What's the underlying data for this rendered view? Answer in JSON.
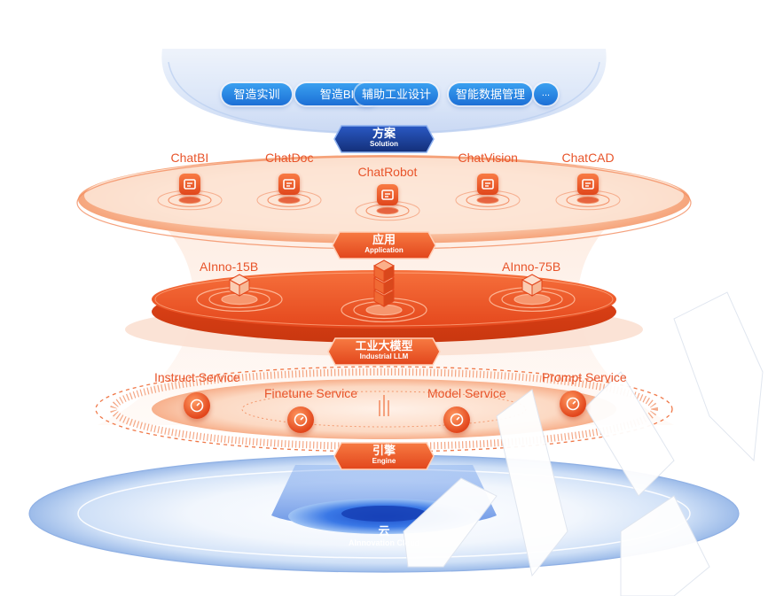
{
  "solution": {
    "items": [
      "智造实训",
      "智造BI",
      "辅助工业设计",
      "智能数据管理",
      "..."
    ],
    "badge_cn": "方案",
    "badge_en": "Solution"
  },
  "application": {
    "apps": [
      "ChatBI",
      "ChatDoc",
      "ChatRobot",
      "ChatVision",
      "ChatCAD"
    ],
    "icons": [
      "chart-screen-icon",
      "document-icon",
      "robot-icon",
      "eye-scan-icon",
      "expand-window-icon"
    ],
    "badge_cn": "应用",
    "badge_en": "Application"
  },
  "llm": {
    "models": [
      "AInno-15B",
      "AInno-75B"
    ],
    "icons": [
      "cube-icon",
      "stacked-cubes-icon",
      "cube-icon"
    ],
    "badge_cn": "工业大模型",
    "badge_en": "Industrial LLM"
  },
  "engine": {
    "services": [
      "Instruct Service",
      "Finetune Service",
      "Model Service",
      "Prompt Service"
    ],
    "icons": [
      "timer-icon",
      "sliders-icon",
      "model-box-icon",
      "lightbulb-icon"
    ],
    "badge_cn": "引擎",
    "badge_en": "Engine"
  },
  "cloud": {
    "cn": "云",
    "en": "AInnovation Cloud"
  },
  "colors": {
    "orange": "#e8542a",
    "orange_light": "#f7a27a",
    "navy": "#14306e",
    "blue": "#1c6fd6",
    "cloud_blue": "#2a64d8"
  }
}
